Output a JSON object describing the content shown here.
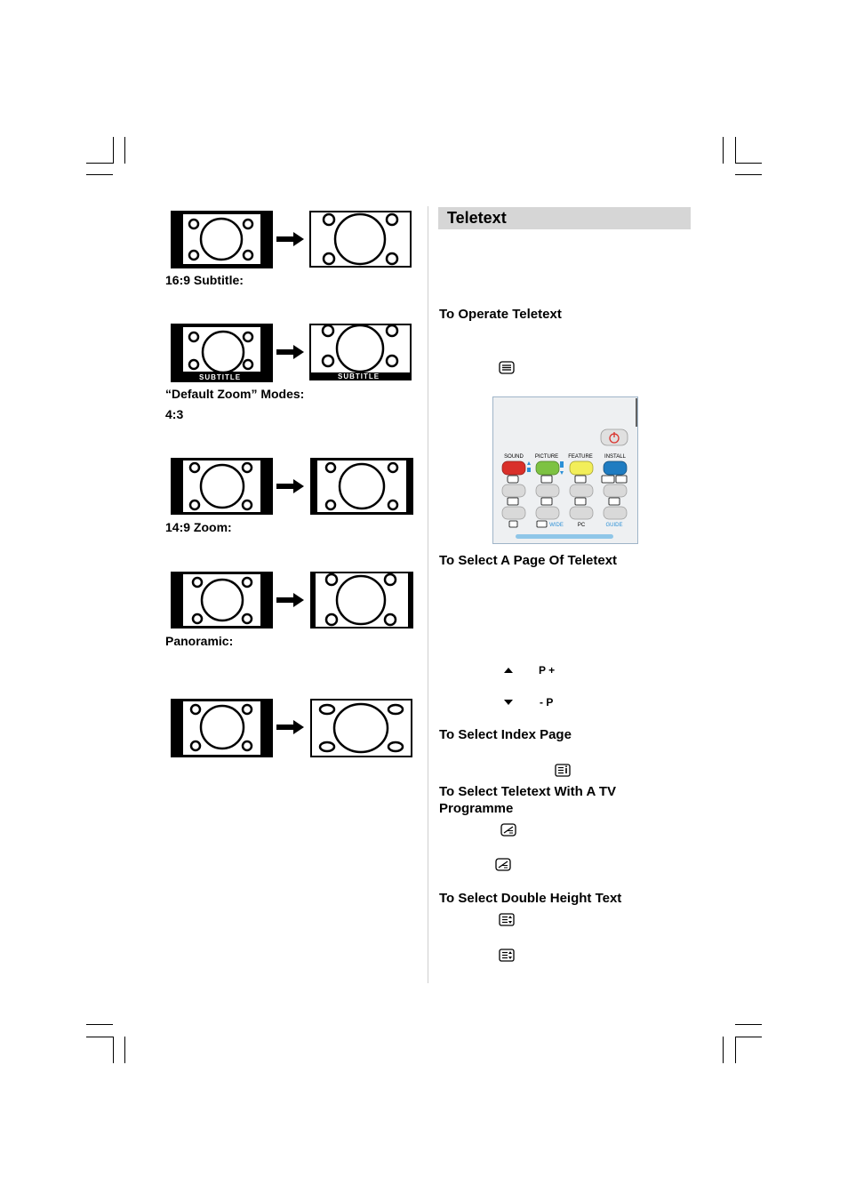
{
  "captions": {
    "subtitle_169": "16:9 Subtitle:",
    "default_zoom": "“Default Zoom” Modes:",
    "mode_43": "4:3",
    "zoom_149": "14:9 Zoom:",
    "panoramic": "Panoramic:"
  },
  "illustrations": {
    "subtitle_label": "SUBTITLE"
  },
  "teletext": {
    "title": "Teletext",
    "operate_heading": "To Operate Teletext",
    "select_page_heading": "To Select A Page Of Teletext",
    "p_plus": "P +",
    "p_minus": "- P",
    "index_heading": "To Select Index Page",
    "tv_programme_heading_1": "To Select Teletext With A TV",
    "tv_programme_heading_2": "Programme",
    "double_height_heading": "To Select Double Height Text"
  },
  "remote": {
    "labels": [
      "SOUND",
      "PICTURE",
      "FEATURE",
      "INSTALL"
    ],
    "bottom_labels": [
      "WIDE",
      "PC",
      "GUIDE"
    ],
    "colors": {
      "red": "#d9302a",
      "green": "#7dc242",
      "yellow": "#f2ee5a",
      "blue": "#1f7cc1",
      "accent": "#2a8fd6"
    },
    "icons": [
      "power-icon",
      "teletext-icon",
      "mix-icon",
      "index-icon",
      "hold-icon",
      "size-icon",
      "reveal-icon"
    ]
  }
}
